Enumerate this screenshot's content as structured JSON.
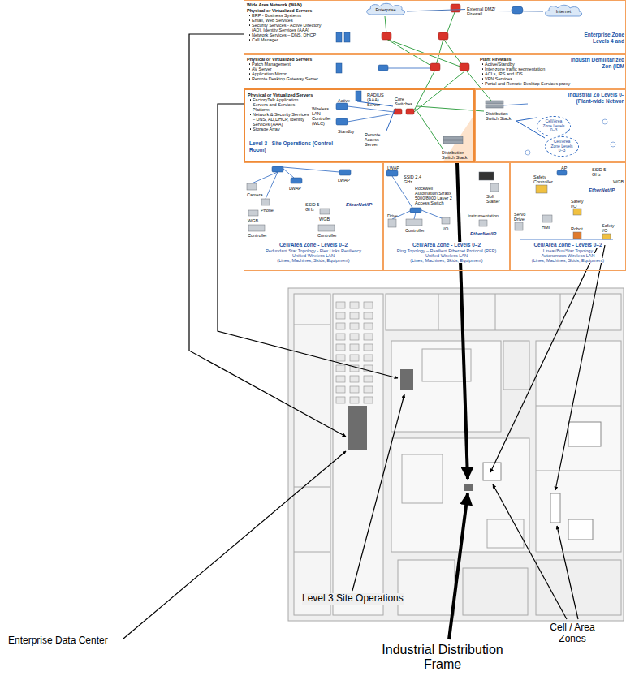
{
  "diagram": {
    "nodes": [
      {
        "text": [
          "Wide Area Network (WAN)",
          "Physical or Virtualized Servers",
          "ERP - Business Systems",
          "Email, Web Services",
          "Security Services - Active Directory (AD), Identity Services (AAA)",
          "Network Services – DNS, DHCP",
          "Call Manager",
          "Enterprise Zone Levels 4 and"
        ]
      },
      {
        "text": [
          "Enterprise"
        ],
        "in": 0
      },
      {
        "text": [
          "External DMZ/ Firewall"
        ],
        "in": 0
      },
      {
        "text": [
          "Internet"
        ],
        "in": 0
      },
      {
        "text": [
          "Physical or Virtualized Servers",
          "Patch Management",
          "AV Server",
          "Application Mirror",
          "Remote Desktop Gateway Server",
          "Plant Firewalls",
          "Active/Standby",
          "Inter-zone traffic segmentation",
          "ACLs, IPS and IDS",
          "VPN Services",
          "Portal and Remote Desktop Services proxy",
          "Industri Demilitarized Zon (IDM"
        ]
      },
      {
        "text": [
          "Physical or Virtualized Servers",
          "FactoryTalk Application Servers and Services Platform",
          "Network & Security Services – DNS, AD,DHCP, Identity Services (AAA)",
          "Storage Array",
          "Level 3 - Site Operations (Control Room)"
        ]
      },
      {
        "text": [
          "RADIUS (AAA) Server"
        ],
        "in": 5
      },
      {
        "text": [
          "Active",
          "Wireless LAN Controller (WLC)",
          "Standby"
        ],
        "in": 5
      },
      {
        "text": [
          "Remote Access Server"
        ],
        "in": 5
      },
      {
        "text": [
          "Core Switches"
        ],
        "in": 5
      },
      {
        "text": [
          "Distribution Switch Stack"
        ],
        "in": 5
      },
      {
        "text": [
          "Industrial Zo Levels 0- (Plant-wide Networ"
        ]
      },
      {
        "text": [
          "Distribution Switch Stack"
        ],
        "in": 11
      },
      {
        "text": [
          "Cell/Area Zone Levels 0–3"
        ],
        "in": 11
      },
      {
        "text": [
          "Cell/Area Zone Levels 0–3"
        ],
        "in": 11
      },
      {
        "text": [
          "Camera",
          "Phone",
          "LWAP",
          "LWAP",
          "SSID 5 GHz",
          "WGB",
          "WGB",
          "Controller",
          "Controller",
          "EtherNet/IP",
          "Cell/Area Zone - Levels 0–2",
          "Redundant Star Topology - Flex Links Resiliency",
          "Unified Wireless LAN",
          "(Lines, Machines, Skids, Equipment)"
        ]
      },
      {
        "text": [
          "LWAP",
          "SSID 2.4 GHz",
          "Rockwell Automation Stratix 5000/8000 Layer 2 Access Switch",
          "Drive",
          "Controller",
          "I/O",
          "Instrumentation",
          "Soft Starter",
          "EtherNet/IP",
          "Cell/Area Zone - Levels 0–2",
          "Ring Topology – Resilient Ethernet Protocol (REP)",
          "Unified Wireless LAN",
          "(Lines, Machines, Skids, Equipment)"
        ]
      },
      {
        "text": [
          "AP",
          "SSID 5 GHz",
          "WGB",
          "Safety Controller",
          "EtherNet/IP",
          "Safety I/O",
          "Servo Drive",
          "HMI",
          "Robot",
          "Safety I/O",
          "Cell/Area Zone - Levels 0–2",
          "Linear/Bus/Star Topology",
          "Autonomous Wireless LAN",
          "(Lines, Machines, Skids, Equipment)"
        ]
      }
    ],
    "edges": [
      {
        "from": 1,
        "to": 2,
        "arrow": "none"
      },
      {
        "from": 2,
        "to": 3,
        "arrow": "none"
      },
      {
        "from": 7,
        "to": 9,
        "arrow": "none"
      },
      {
        "from": 9,
        "to": 8,
        "arrow": "none"
      },
      {
        "from": 9,
        "to": 10,
        "arrow": "none"
      },
      {
        "from": 9,
        "to": 12,
        "arrow": "none"
      },
      {
        "from": 12,
        "to": 13,
        "arrow": "none"
      },
      {
        "from": 12,
        "to": 14,
        "arrow": "none"
      },
      {
        "from": 10,
        "to": 15,
        "arrow": "none"
      },
      {
        "from": 10,
        "to": 16,
        "arrow": "none"
      },
      {
        "from": 10,
        "to": 17,
        "arrow": "none"
      }
    ],
    "labels": [
      "Enterprise Data Center",
      "Level 3 Site Operations",
      "Industrial Distribution Frame",
      "Cell / Area Zones"
    ]
  }
}
